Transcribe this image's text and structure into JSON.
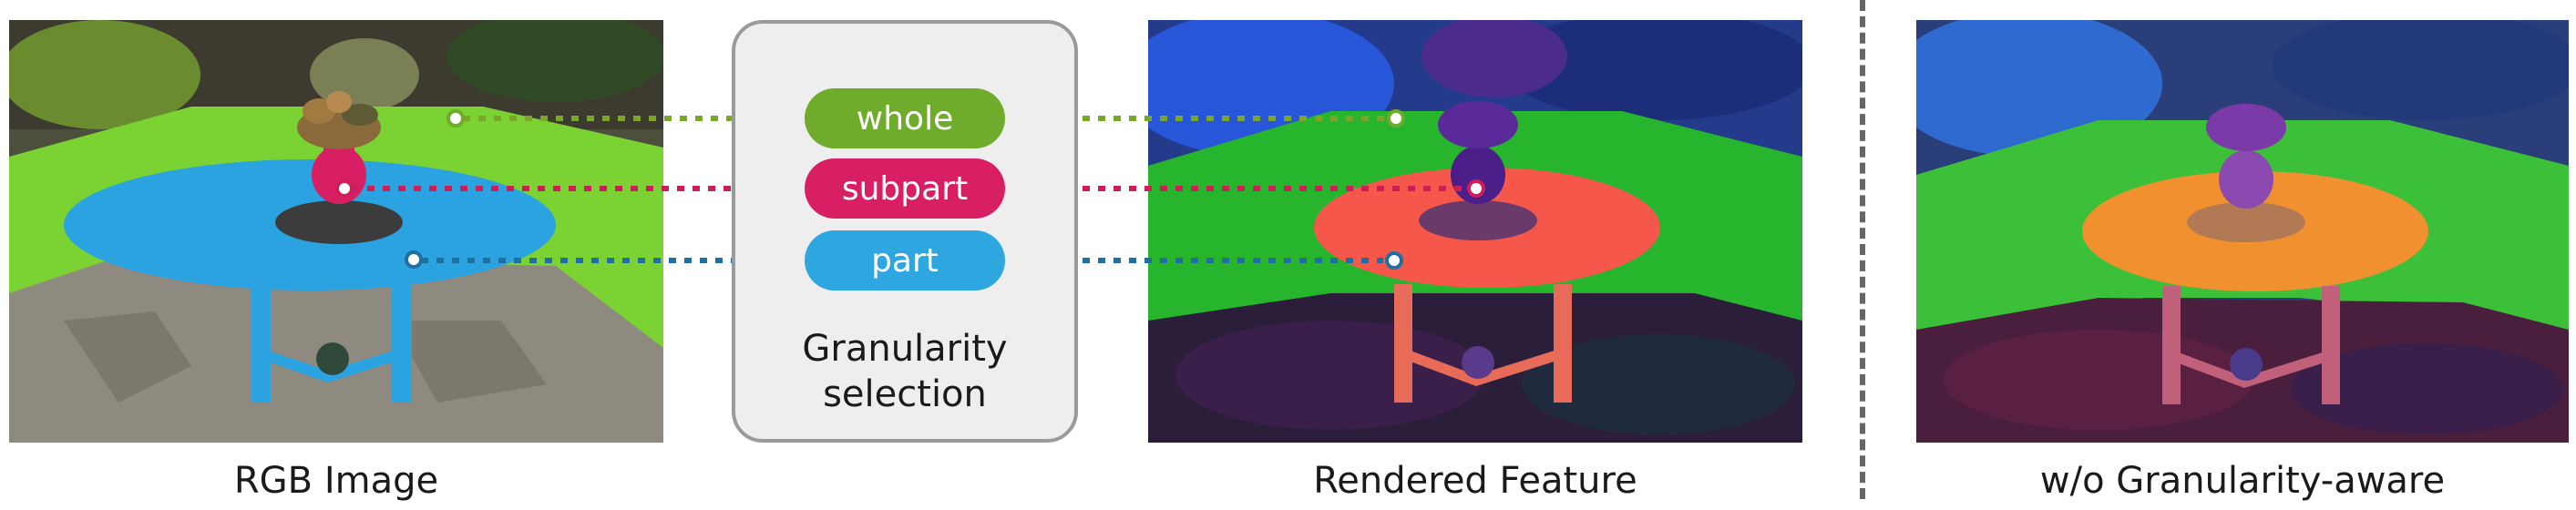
{
  "panels": {
    "rgb_caption": "RGB Image",
    "rendered_caption": "Rendered Feature",
    "ablation_caption": "w/o Granularity-aware"
  },
  "selector": {
    "title": "Granularity selection",
    "options": [
      {
        "label": "whole",
        "color": "#6fac2c"
      },
      {
        "label": "subpart",
        "color": "#d81f64"
      },
      {
        "label": "part",
        "color": "#2ea6e0"
      }
    ]
  },
  "colors": {
    "whole": "#7aa72a",
    "subpart": "#cc1f5a",
    "part": "#1f6fa0",
    "divider": "#666666",
    "box_border": "#9a9a9a",
    "box_fill": "#eeeeee"
  }
}
